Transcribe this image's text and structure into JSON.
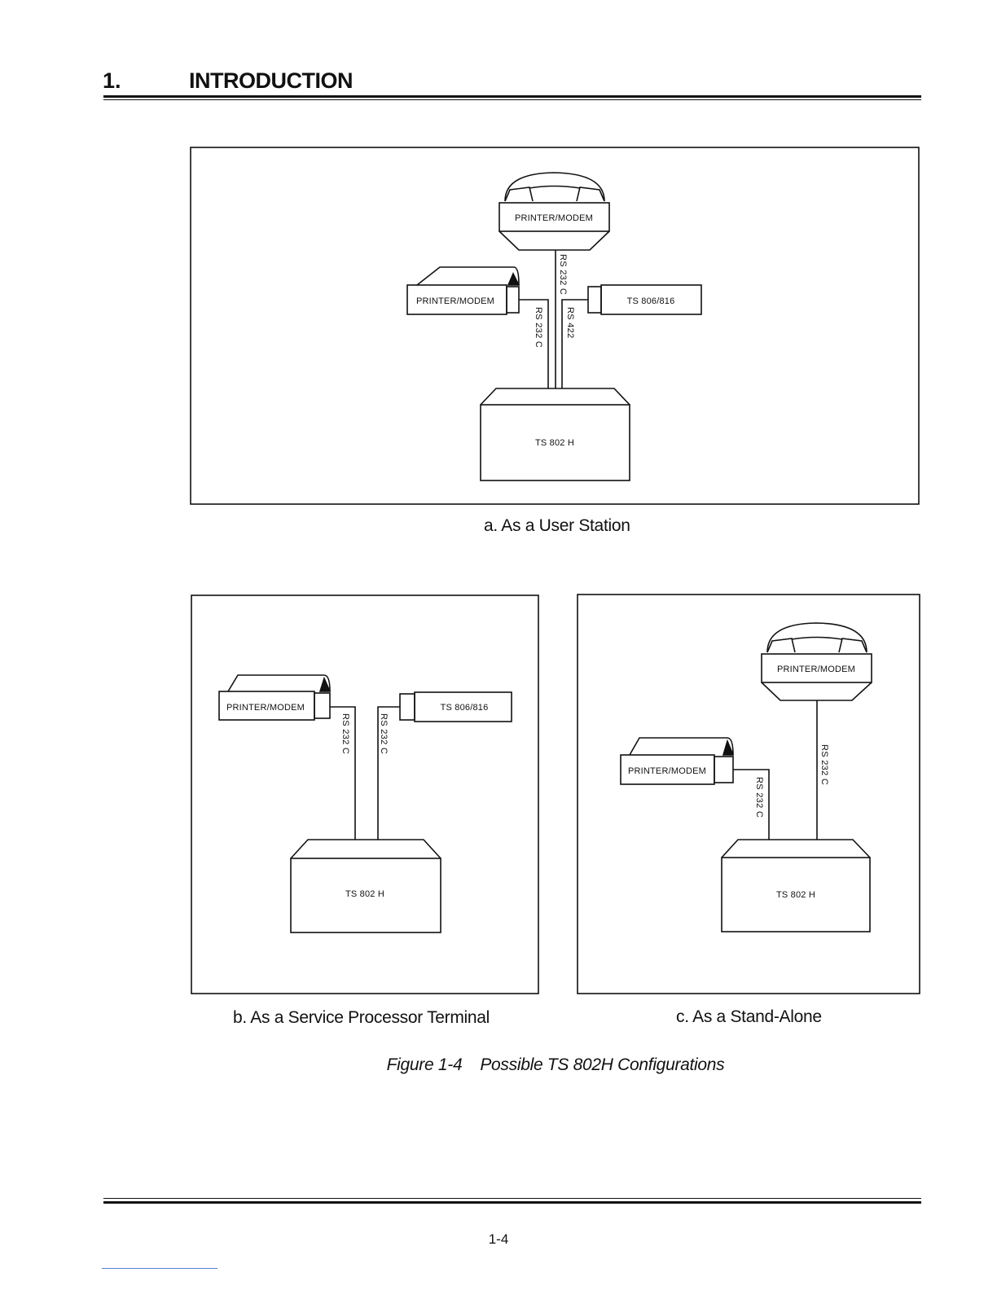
{
  "header": {
    "section_number": "1.",
    "section_title": "INTRODUCTION"
  },
  "diagrams": {
    "a": {
      "caption": "a. As a User Station",
      "phone_modem_label": "PRINTER/MODEM",
      "printer_modem_label": "PRINTER/MODEM",
      "terminal_label": "TS 806/816",
      "host_label": "TS 802 H",
      "phone_link_label": "RS 232 C",
      "printer_link_label": "RS 232 C",
      "terminal_link_label": "RS 422"
    },
    "b": {
      "caption": "b. As a Service Processor Terminal",
      "printer_modem_label": "PRINTER/MODEM",
      "terminal_label": "TS 806/816",
      "host_label": "TS 802 H",
      "printer_link_label": "RS 232 C",
      "terminal_link_label": "RS 232 C"
    },
    "c": {
      "caption": "c. As a Stand-Alone",
      "phone_modem_label": "PRINTER/MODEM",
      "printer_modem_label": "PRINTER/MODEM",
      "host_label": "TS 802 H",
      "phone_link_label": "RS 232 C",
      "printer_link_label": "RS 232 C"
    }
  },
  "figure_caption": {
    "number": "Figure 1-4",
    "title": "Possible TS 802H Configurations"
  },
  "page_number": "1-4"
}
